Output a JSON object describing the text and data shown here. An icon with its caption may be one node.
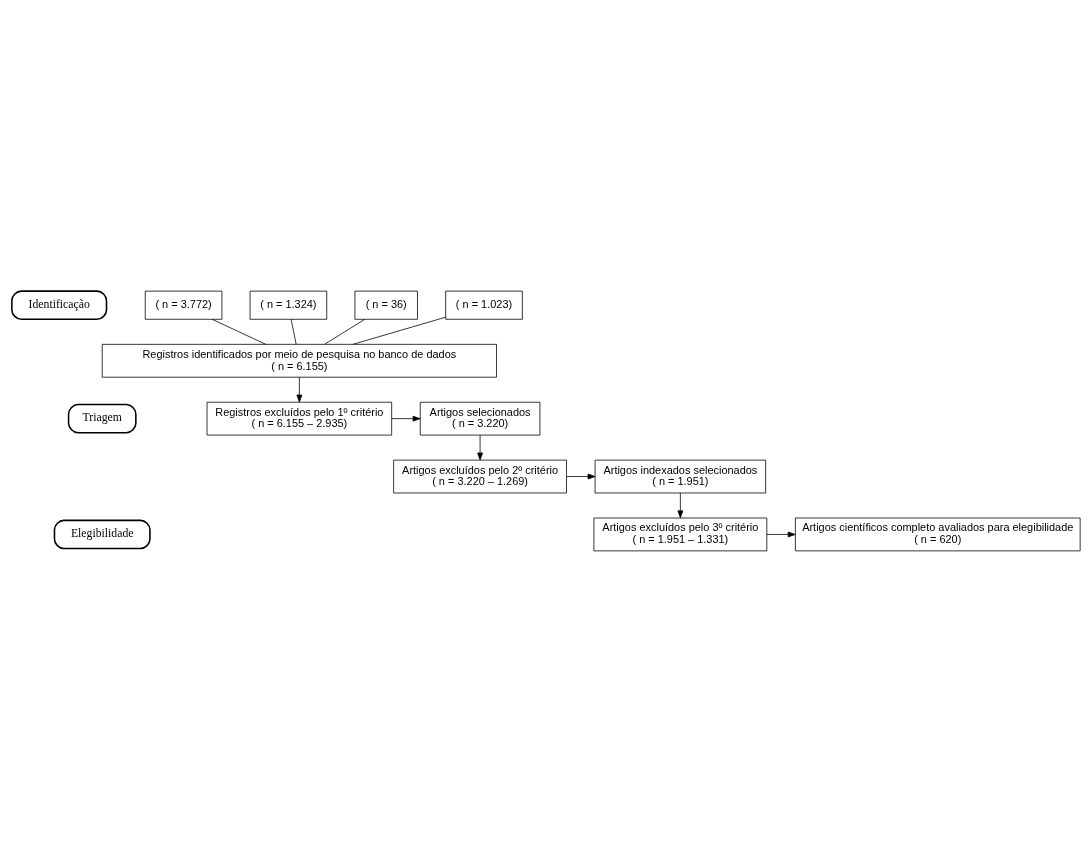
{
  "diagram": {
    "nodes": [
      {
        "text": [
          "Identificação"
        ]
      },
      {
        "text": [
          "( n = 3.772)"
        ]
      },
      {
        "text": [
          "( n = 1.324)"
        ]
      },
      {
        "text": [
          "( n = 36)"
        ]
      },
      {
        "text": [
          "( n = 1.023)"
        ]
      },
      {
        "text": [
          "Registros identificados por meio de pesquisa no banco de dados",
          "( n = 6.155)"
        ]
      },
      {
        "text": [
          "Triagem"
        ]
      },
      {
        "text": [
          "Registros excluídos pelo 1º critério",
          "( n = 6.155 – 2.935)"
        ]
      },
      {
        "text": [
          "Artigos selecionados",
          "( n = 3.220)"
        ]
      },
      {
        "text": [
          "Artigos indexados selecionados",
          "( n = 1.951)"
        ]
      },
      {
        "text": [
          "Artigos excluídos pelo 2º critério",
          "( n = 3.220 – 1.269)"
        ]
      },
      {
        "text": [
          "Elegibilidade"
        ]
      },
      {
        "text": [
          "Artigos excluídos pelo 3º critério",
          "( n = 1.951 – 1.331)"
        ]
      },
      {
        "text": [
          "Artigos científicos completo avaliados para elegibilidade",
          "( n = 620)"
        ]
      }
    ],
    "edges": [
      {
        "from": 1,
        "to": 5,
        "arrow": "none"
      },
      {
        "from": 2,
        "to": 5,
        "arrow": "none"
      },
      {
        "from": 3,
        "to": 5,
        "arrow": "none"
      },
      {
        "from": 4,
        "to": 5,
        "arrow": "none"
      },
      {
        "from": 5,
        "to": 7,
        "arrow": "to"
      },
      {
        "from": 7,
        "to": 8,
        "arrow": "to"
      },
      {
        "from": 8,
        "to": 10,
        "arrow": "to"
      },
      {
        "from": 10,
        "to": 9,
        "arrow": "to"
      },
      {
        "from": 9,
        "to": 12,
        "arrow": "to"
      },
      {
        "from": 12,
        "to": 13,
        "arrow": "to"
      }
    ]
  }
}
